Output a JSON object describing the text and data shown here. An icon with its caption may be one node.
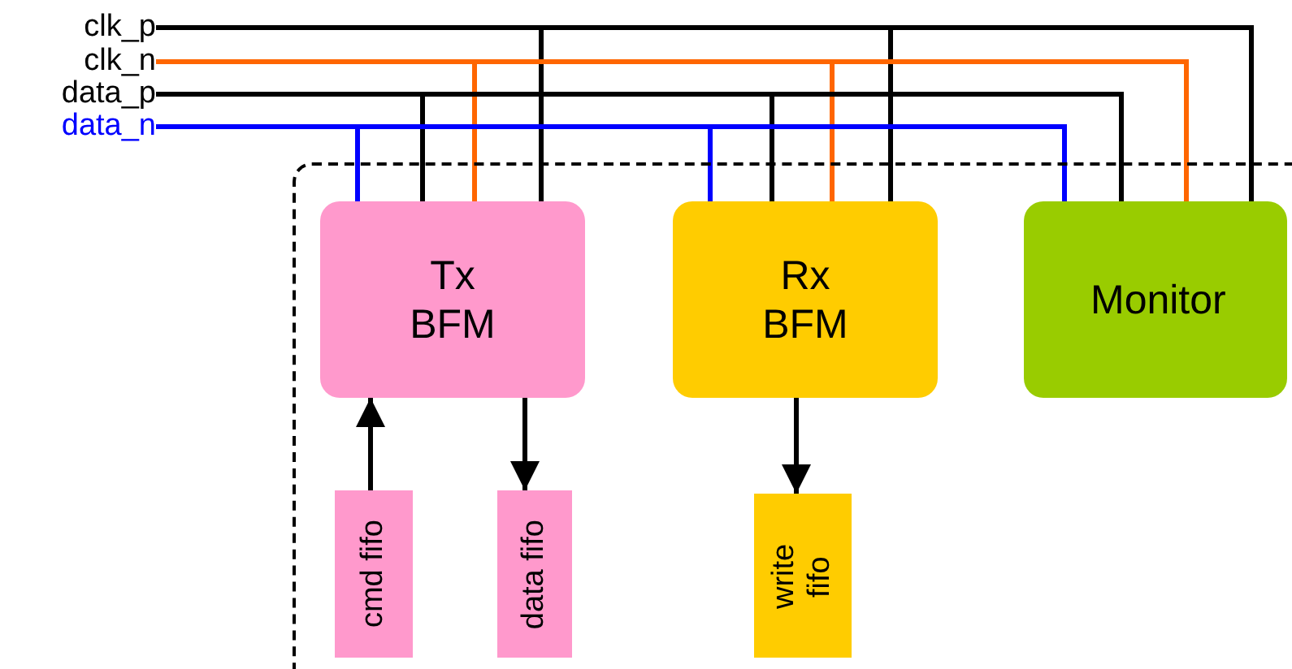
{
  "diagram": {
    "nodes": [
      {
        "text": [
          "clk_p"
        ]
      },
      {
        "text": [
          "clk_n"
        ]
      },
      {
        "text": [
          "data_p"
        ]
      },
      {
        "text": [
          "data_n"
        ]
      },
      {
        "text": [],
        "shape": "box"
      },
      {
        "text": [
          "Tx BFM"
        ],
        "in": 4
      },
      {
        "text": [
          "Rx BFM"
        ],
        "in": 4
      },
      {
        "text": [
          "Monitor"
        ],
        "in": 4
      },
      {
        "text": [
          "cmd fifo"
        ],
        "in": 4
      },
      {
        "text": [
          "data fifo"
        ],
        "in": 4
      },
      {
        "text": [
          "write fifo"
        ],
        "in": 4
      }
    ],
    "edges": [
      {
        "from": 0,
        "to": 5,
        "arrow": "none"
      },
      {
        "from": 0,
        "to": 6,
        "arrow": "none"
      },
      {
        "from": 0,
        "to": 7,
        "arrow": "none"
      },
      {
        "from": 1,
        "to": 5,
        "arrow": "none",
        "color": "#ff6600"
      },
      {
        "from": 1,
        "to": 6,
        "arrow": "none",
        "color": "#ff6600"
      },
      {
        "from": 1,
        "to": 7,
        "arrow": "none",
        "color": "#ff6600"
      },
      {
        "from": 2,
        "to": 5,
        "arrow": "none"
      },
      {
        "from": 2,
        "to": 6,
        "arrow": "none"
      },
      {
        "from": 2,
        "to": 7,
        "arrow": "none"
      },
      {
        "from": 3,
        "to": 5,
        "arrow": "none",
        "color": "#0000ff"
      },
      {
        "from": 3,
        "to": 6,
        "arrow": "none",
        "color": "#0000ff"
      },
      {
        "from": 3,
        "to": 7,
        "arrow": "none",
        "color": "#0000ff"
      },
      {
        "from": 8,
        "to": 5,
        "arrow": "to"
      },
      {
        "from": 5,
        "to": 9,
        "arrow": "to"
      },
      {
        "from": 6,
        "to": 10,
        "arrow": "to"
      }
    ]
  }
}
